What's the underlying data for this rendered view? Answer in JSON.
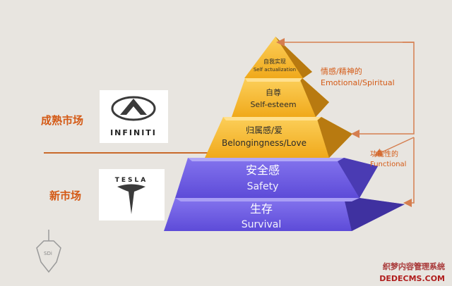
{
  "pyramid": {
    "levels": [
      {
        "cn": "自我实现",
        "en": "Self actualization"
      },
      {
        "cn": "自尊",
        "en": "Self-esteem"
      },
      {
        "cn": "归属感/爱",
        "en": "Belongingness/Love"
      },
      {
        "cn": "安全感",
        "en": "Safety"
      },
      {
        "cn": "生存",
        "en": "Survival"
      }
    ]
  },
  "left_labels": {
    "mature_market": "成熟市场",
    "new_market": "新市场"
  },
  "logos": {
    "infiniti_wordmark": "INFINITI",
    "tesla_wordmark": "TESLA"
  },
  "right_brackets": {
    "emotional_cn": "情感/精神的",
    "emotional_en": "Emotional/Spiritual",
    "functional_cn": "功能性的",
    "functional_en": "Functional"
  },
  "watermark": {
    "line1": "织梦内容管理系统",
    "line2": "DEDECMS.COM",
    "spinner_label": "SDi"
  },
  "colors": {
    "background": "#e8e5e0",
    "gold": "#f2b322",
    "gold_light": "#fbd25a",
    "gold_dark": "#b7790e",
    "blue": "#6c5ae3",
    "blue_light": "#8f7ff0",
    "blue_dark": "#43349e",
    "orange_text": "#d45a16",
    "arrow": "#d57e4f"
  }
}
